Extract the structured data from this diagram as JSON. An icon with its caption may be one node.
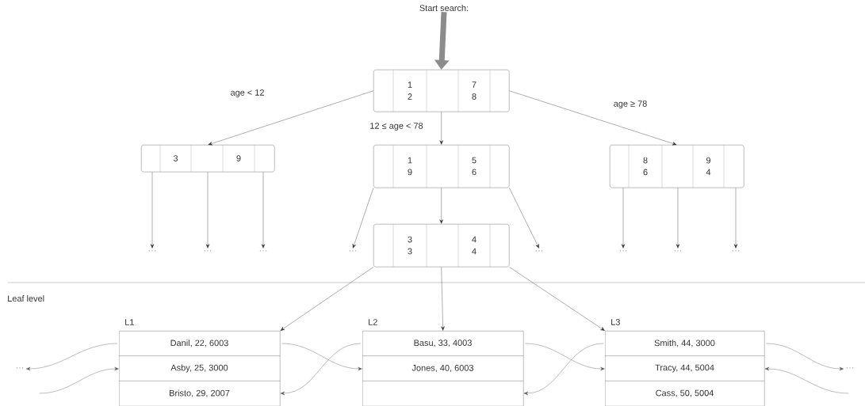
{
  "diagram": {
    "nodes": [
      {
        "text": [
          "Start search:"
        ]
      },
      {
        "text": [
          "1 2",
          "7 8"
        ]
      },
      {
        "text": [
          "3",
          "9"
        ]
      },
      {
        "text": [
          "1 9",
          "5 6"
        ]
      },
      {
        "text": [
          "8 6",
          "9 4"
        ]
      },
      {
        "text": [
          "3 3",
          "4 4"
        ]
      },
      {
        "text": [
          "···"
        ]
      },
      {
        "text": [
          "···"
        ]
      },
      {
        "text": [
          "···"
        ]
      },
      {
        "text": [
          "···"
        ]
      },
      {
        "text": [
          "···"
        ]
      },
      {
        "text": [
          "···"
        ]
      },
      {
        "text": [
          "···"
        ]
      },
      {
        "text": [
          "···"
        ]
      },
      {
        "text": [
          "Danil, 22, 6003",
          "Asby, 25, 3000",
          "Bristo, 29, 2007"
        ],
        "beside": [
          "L1"
        ]
      },
      {
        "text": [
          "Basu, 33, 4003",
          "Jones, 40, 6003"
        ],
        "beside": [
          "L2"
        ]
      },
      {
        "text": [
          "Smith, 44, 3000",
          "Tracy, 44, 5004",
          "Cass, 50, 5004"
        ],
        "beside": [
          "L3"
        ]
      },
      {
        "text": [
          "···"
        ]
      },
      {
        "text": [
          "···"
        ]
      }
    ],
    "edges": [
      {
        "from": 0,
        "to": 1,
        "arrow": "to",
        "style": "thick",
        "color": "#8c8c8c"
      },
      {
        "from": 1,
        "to": 2,
        "arrow": "to",
        "label": "age < 12"
      },
      {
        "from": 1,
        "to": 3,
        "arrow": "to",
        "label": "12 ≤ age < 78"
      },
      {
        "from": 1,
        "to": 4,
        "arrow": "to",
        "label": "age ≥ 78"
      },
      {
        "from": 2,
        "to": 6,
        "arrow": "to"
      },
      {
        "from": 2,
        "to": 7,
        "arrow": "to"
      },
      {
        "from": 2,
        "to": 8,
        "arrow": "to"
      },
      {
        "from": 3,
        "to": 9,
        "arrow": "to"
      },
      {
        "from": 3,
        "to": 5,
        "arrow": "to"
      },
      {
        "from": 3,
        "to": 10,
        "arrow": "to"
      },
      {
        "from": 4,
        "to": 11,
        "arrow": "to"
      },
      {
        "from": 4,
        "to": 12,
        "arrow": "to"
      },
      {
        "from": 4,
        "to": 13,
        "arrow": "to"
      },
      {
        "from": 5,
        "to": 14,
        "arrow": "to"
      },
      {
        "from": 5,
        "to": 15,
        "arrow": "to"
      },
      {
        "from": 5,
        "to": 16,
        "arrow": "to"
      },
      {
        "from": 14,
        "to": 17,
        "arrow": "to"
      },
      {
        "from": null,
        "to": 14,
        "arrow": "to"
      },
      {
        "from": 14,
        "to": 15,
        "arrow": "to"
      },
      {
        "from": 15,
        "to": 14,
        "arrow": "to"
      },
      {
        "from": 15,
        "to": 16,
        "arrow": "to"
      },
      {
        "from": 16,
        "to": 15,
        "arrow": "to"
      },
      {
        "from": 16,
        "to": 18,
        "arrow": "to"
      },
      {
        "from": null,
        "to": 16,
        "arrow": "to"
      }
    ],
    "labels": [
      "Leaf level"
    ]
  }
}
